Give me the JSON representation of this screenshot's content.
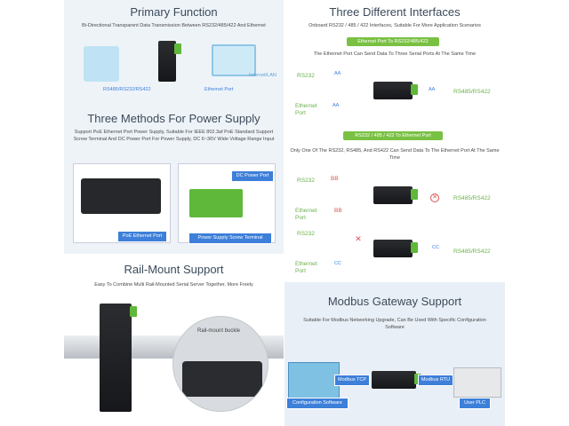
{
  "primary": {
    "title": "Primary Function",
    "subtitle": "Bi-Directional Transparent Data Transmission Between RS232/485/422 And Ethernet",
    "left_label": "RS485/RS232/RS422",
    "right_label": "Ethernet Port",
    "lan_label": "Internet/LAN"
  },
  "power": {
    "title": "Three Methods For Power Supply",
    "subtitle": "Support PoE Ethernet Port Power Supply, Suitable For IEEE 802.3af PoE Standard Support Screw Terminal And DC Power Port For Power Supply, DC 6~36V Wide Voltage Range Input",
    "poe_label": "PoE Ethernet Port",
    "dc_label": "DC Power Port",
    "screw_label": "Power Supply Screw Terminal"
  },
  "rail": {
    "title": "Rail-Mount Support",
    "subtitle": "Easy To Combine Multi Rail-Mounted Serial Server Together, More Freely",
    "buckle_label": "Rail-mount buckle"
  },
  "interfaces": {
    "title": "Three Different Interfaces",
    "subtitle": "Onboard RS232 / 485 / 422 Interfaces, Suitable For More Application Scenarios",
    "tag1": "Ethernet Port To RS232/485/422",
    "desc1": "The Ethernet Port Can Send Data To Three Serial Ports At The Same Time",
    "tag2": "RS232 / 485 / 422 To Ethernet Port",
    "desc2": "Only One Of The RS232, RS485, And RS422 Can Send Data To The Ethernet Port At The Same Time",
    "rs232": "RS232",
    "ethernet": "Ethernet Port",
    "rs485": "RS485/RS422",
    "aa": "AA",
    "bb": "BB",
    "cc": "CC"
  },
  "modbus": {
    "title": "Modbus Gateway Support",
    "subtitle": "Suitable For Modbus Networking Upgrade, Can Be Used With Specific Configuration Software",
    "tcp_label": "Modbus TCP",
    "rtu_label": "Modbus RTU",
    "config_label": "Configuration Software",
    "plc_label": "User PLC"
  },
  "colors": {
    "green": "#7ac143",
    "blue": "#3d7fd9",
    "red": "#d9534f"
  }
}
